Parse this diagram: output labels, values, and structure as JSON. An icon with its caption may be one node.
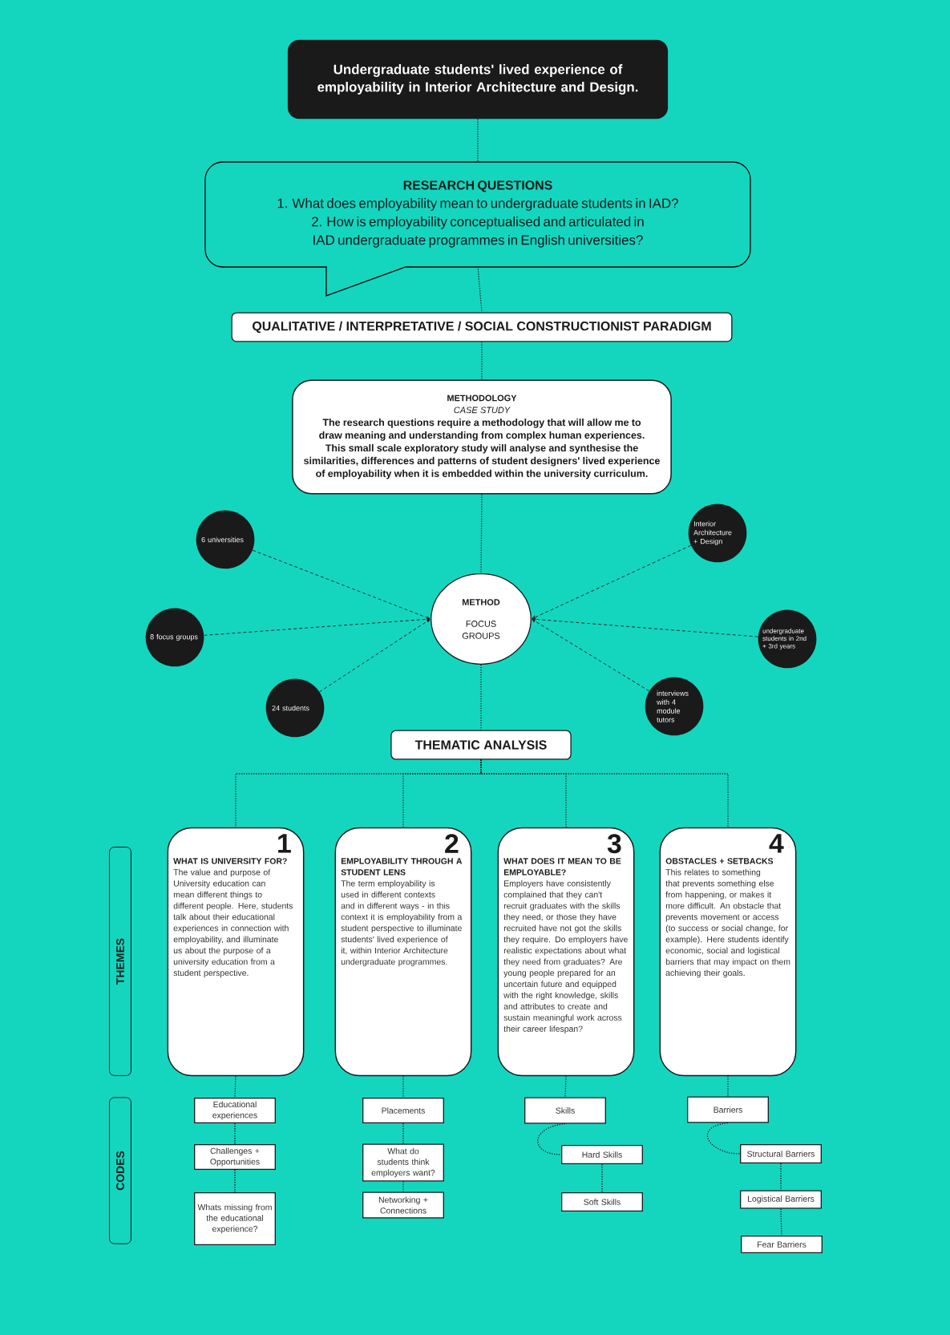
{
  "diagram": {
    "nodes": [
      {
        "text": [
          "Undergraduate students' lived experience of employability in Interior Architecture and Design."
        ]
      },
      {
        "text": [
          "RESEARCH QUESTIONS",
          "1. What does employability mean to undergraduate students in IAD?",
          "2. How is employability conceptualised and articulated in IAD undergraduate programmes in English universities?"
        ]
      },
      {
        "text": [
          "QUALITATIVE / INTERPRETATIVE / SOCIAL CONSTRUCTIONIST PARADIGM"
        ]
      },
      {
        "text": [
          "METHODOLOGY",
          "CASE STUDY",
          "The research questions require a methodology that will allow me to draw meaning and understanding from complex human experiences. This small scale exploratory study will analyse and synthesise the similarities, differences and patterns of student designers' lived experience of employability when it is embedded within the university curriculum."
        ]
      },
      {
        "text": [
          "6 universities"
        ]
      },
      {
        "text": [
          "8 focus groups"
        ]
      },
      {
        "text": [
          "24 students"
        ]
      },
      {
        "text": [
          "Interior Architecture + Design"
        ]
      },
      {
        "text": [
          "undergraduate students in 2nd + 3rd years"
        ]
      },
      {
        "text": [
          "interviews with 4 module tutors"
        ]
      },
      {
        "text": [
          "METHOD",
          "FOCUS GROUPS"
        ]
      },
      {
        "text": [
          "THEMATIC ANALYSIS"
        ]
      },
      {
        "text": [
          "THEMES"
        ]
      },
      {
        "text": [
          "1",
          "WHAT IS UNIVERSITY FOR?",
          "The value and purpose of University education can mean different things to different people. Here, students talk about their educational experiences in connection with employability, and illuminate us about the purpose of a university education from a student perspective."
        ]
      },
      {
        "text": [
          "2",
          "EMPLOYABILITY THROUGH A STUDENT LENS",
          "The term employability is used in different contexts and in different ways - in this context it is employability from a student perspective to illuminate students' lived experience of it, within Interior Architecture undergraduate programmes."
        ]
      },
      {
        "text": [
          "3",
          "WHAT DOES IT MEAN TO BE EMPLOYABLE?",
          "Employers have consistently complained that they can't recruit graduates with the skills they need, or those they have recruited have not got the skills they require. Do employers have realistic expectations about what they need from graduates? Are young people prepared for an uncertain future and equipped with the right knowledge, skills and attributes to create and sustain meaningful work across their career lifespan?"
        ]
      },
      {
        "text": [
          "4",
          "OBSTACLES + SETBACKS",
          "This relates to something that prevents something else from happening, or makes it more difficult. An obstacle that prevents movement or access (to success or social change, for example). Here students identify economic, social and logistical barriers that may impact on them achieving their goals."
        ]
      },
      {
        "text": [
          "CODES"
        ]
      },
      {
        "text": [
          "Educational experiences"
        ]
      },
      {
        "text": [
          "Challenges + Opportunities"
        ]
      },
      {
        "text": [
          "Whats missing from the educational experience?"
        ]
      },
      {
        "text": [
          "Placements"
        ]
      },
      {
        "text": [
          "What do students think employers want?"
        ]
      },
      {
        "text": [
          "Networking + Connections"
        ]
      },
      {
        "text": [
          "Skills"
        ]
      },
      {
        "text": [
          "Hard Skills"
        ]
      },
      {
        "text": [
          "Soft Skills"
        ]
      },
      {
        "text": [
          "Barriers"
        ]
      },
      {
        "text": [
          "Structural Barriers"
        ]
      },
      {
        "text": [
          "Logistical Barriers"
        ]
      },
      {
        "text": [
          "Fear Barriers"
        ]
      }
    ],
    "edges": [
      {
        "from": 0,
        "to": 1,
        "arrow": "none"
      },
      {
        "from": 1,
        "to": 2,
        "arrow": "none"
      },
      {
        "from": 2,
        "to": 3,
        "arrow": "none"
      },
      {
        "from": 3,
        "to": 10,
        "arrow": "none"
      },
      {
        "from": 4,
        "to": 10,
        "arrow": "to",
        "style": "dashed"
      },
      {
        "from": 5,
        "to": 10,
        "arrow": "to",
        "style": "dashed"
      },
      {
        "from": 6,
        "to": 10,
        "arrow": "to",
        "style": "dashed"
      },
      {
        "from": 7,
        "to": 10,
        "arrow": "to",
        "style": "dashed"
      },
      {
        "from": 8,
        "to": 10,
        "arrow": "to",
        "style": "dashed"
      },
      {
        "from": 9,
        "to": 10,
        "arrow": "to",
        "style": "dashed"
      },
      {
        "from": 10,
        "to": 11,
        "arrow": "none"
      },
      {
        "from": 11,
        "to": 13,
        "arrow": "none"
      },
      {
        "from": 11,
        "to": 14,
        "arrow": "none"
      },
      {
        "from": 11,
        "to": 15,
        "arrow": "none"
      },
      {
        "from": 11,
        "to": 16,
        "arrow": "none"
      },
      {
        "from": 13,
        "to": 18,
        "arrow": "none"
      },
      {
        "from": 18,
        "to": 19,
        "arrow": "none"
      },
      {
        "from": 19,
        "to": 20,
        "arrow": "none"
      },
      {
        "from": 14,
        "to": 21,
        "arrow": "none"
      },
      {
        "from": 21,
        "to": 22,
        "arrow": "none"
      },
      {
        "from": 22,
        "to": 23,
        "arrow": "none"
      },
      {
        "from": 15,
        "to": 24,
        "arrow": "none"
      },
      {
        "from": 24,
        "to": 25,
        "arrow": "none"
      },
      {
        "from": 25,
        "to": 26,
        "arrow": "none"
      },
      {
        "from": 16,
        "to": 27,
        "arrow": "none"
      },
      {
        "from": 27,
        "to": 28,
        "arrow": "none"
      },
      {
        "from": 28,
        "to": 29,
        "arrow": "none"
      },
      {
        "from": 29,
        "to": 30,
        "arrow": "none"
      }
    ]
  }
}
